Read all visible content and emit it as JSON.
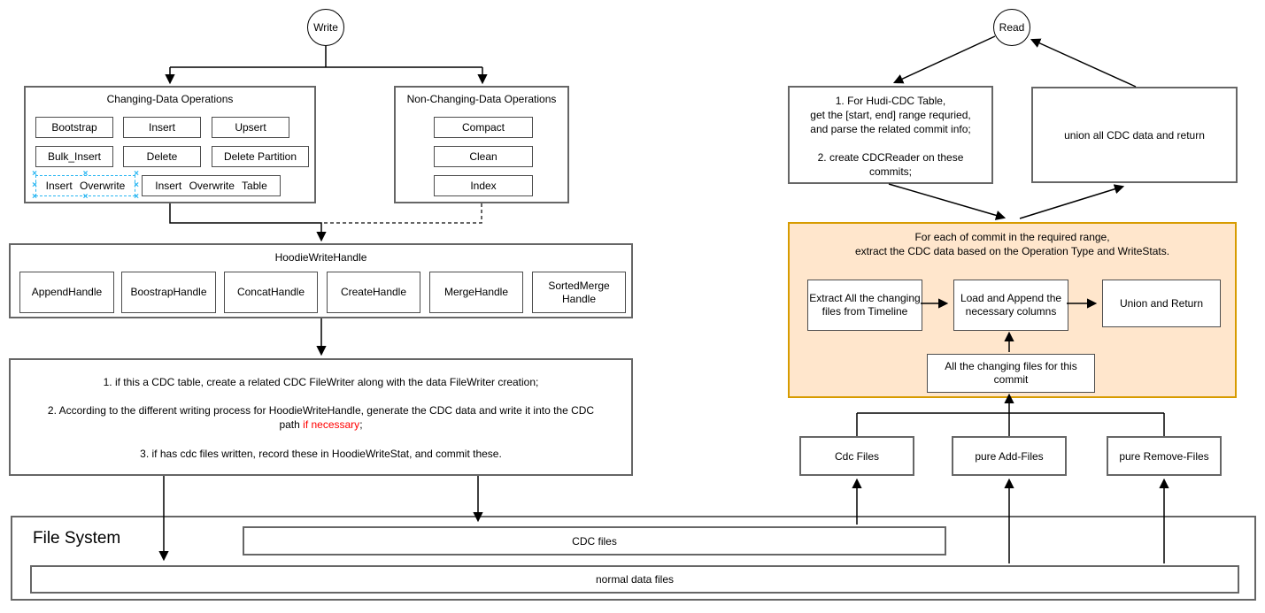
{
  "diagram": {
    "write_flow": {
      "start_node": "Write",
      "changing_ops": {
        "title": "Changing-Data Operations",
        "ops": [
          "Bootstrap",
          "Insert",
          "Upsert",
          "Bulk_Insert",
          "Delete",
          "Delete Partition",
          "Insert Overwrite",
          "Insert Overwrite Table"
        ]
      },
      "non_changing_ops": {
        "title": "Non-Changing-Data Operations",
        "ops": [
          "Compact",
          "Clean",
          "Index"
        ]
      },
      "write_handle": {
        "title": "HoodieWriteHandle",
        "handles": [
          "AppendHandle",
          "BoostrapHandle",
          "ConcatHandle",
          "CreateHandle",
          "MergeHandle",
          "SortedMerge Handle"
        ]
      },
      "steps": {
        "step1": "1. if this a CDC table, create a related CDC FileWriter along with the data FileWriter creation;",
        "step2_line1": "2. According to the different writing process for HoodieWriteHandle, generate the CDC data and write it into the CDC",
        "step2_line2_prefix": "path ",
        "step2_highlight": "if necessary",
        "step2_suffix": ";",
        "step3": "3. if has cdc files written, record these in HoodieWriteStat, and commit these."
      }
    },
    "read_flow": {
      "start_node": "Read",
      "prepare_box": {
        "lines": [
          "1. For Hudi-CDC Table,",
          "get the [start, end] range requried,",
          "and parse the related commit info;",
          "",
          "2. create CDCReader on these",
          "commits;"
        ]
      },
      "union_box": "union all CDC data and return",
      "per_commit": {
        "title_line1": "For each of commit in the required range,",
        "title_line2": "extract the CDC data based on the Operation Type and WriteStats.",
        "extract_box": "Extract All the changing files from Timeline",
        "load_box": "Load and Append the necessary columns",
        "union_return_box": "Union and Return",
        "changing_files_box": "All the changing files for this commit"
      },
      "file_types": [
        "Cdc Files",
        "pure Add-Files",
        "pure Remove-Files"
      ]
    },
    "file_system": {
      "label": "File System",
      "cdc_files": "CDC files",
      "normal_files": "normal data files"
    },
    "colors": {
      "highlight_red": "#ff0000",
      "orange_fill": "#ffe6cc",
      "orange_stroke": "#d79b00",
      "selection_blue": "#29b6f2",
      "box_stroke": "#666666"
    }
  }
}
